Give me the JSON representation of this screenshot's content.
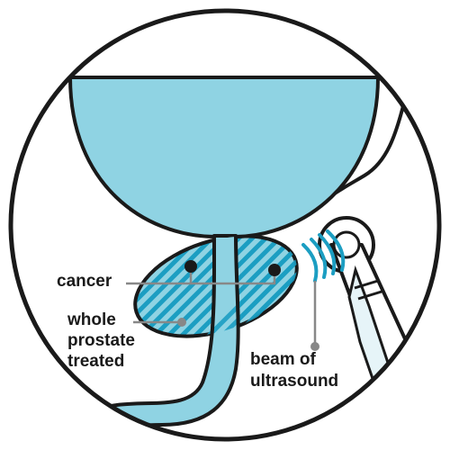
{
  "labels": {
    "cancer": "cancer",
    "whole_line1": "whole",
    "whole_line2": "prostate",
    "whole_line3": "treated",
    "beam_line1": "beam of",
    "beam_line2": "ultrasound"
  },
  "colors": {
    "organ_fill": "#8fd3e3",
    "hatch": "#1c9ec2",
    "outline": "#1a1a1a",
    "pointer": "#888888",
    "probe_fill": "#e6f4f8",
    "background": "#ffffff"
  }
}
